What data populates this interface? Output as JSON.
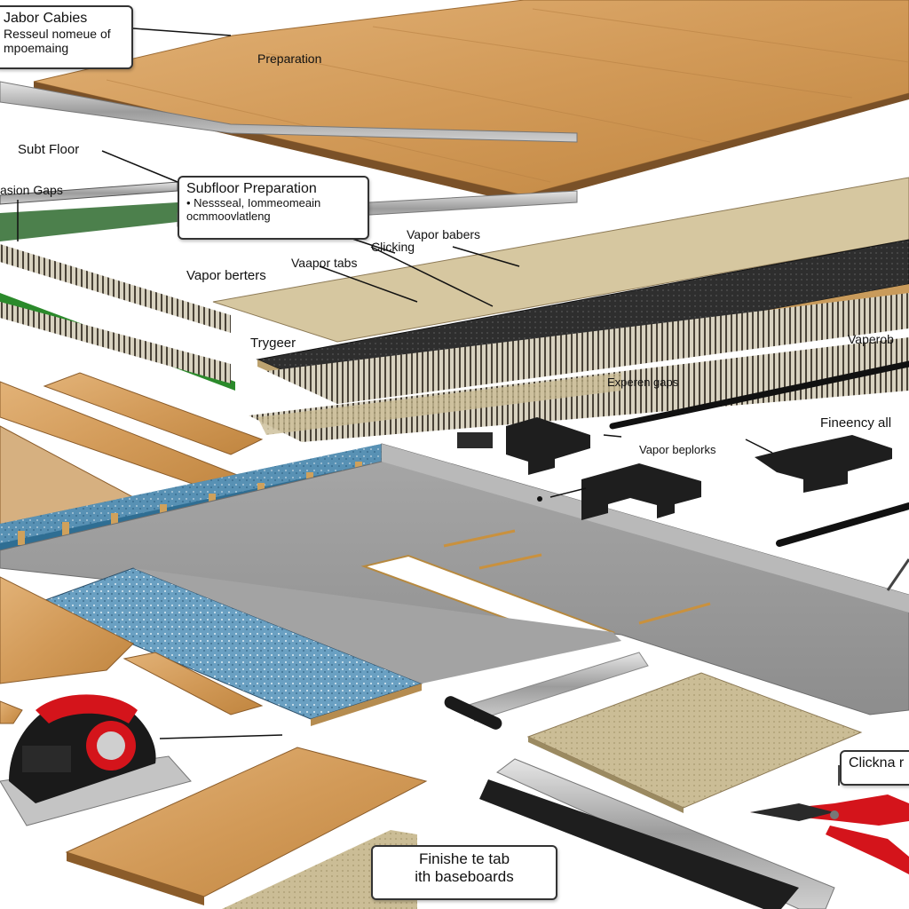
{
  "labels": {
    "top_left_box_line1": "Jabor Cabies",
    "top_left_box_line2": "Resseul nomeue of",
    "top_left_box_line3": "mpoemaing",
    "preparation": "Preparation",
    "subt_floor": "Subt Floor",
    "expansion_gaps_left": "asion Gaps",
    "subfloor_box_title": "Subfloor Preparation",
    "subfloor_box_line1": "• Nessseal, Iommeomeain",
    "subfloor_box_line2": "ocmmoovlatleng",
    "vapor_babers": "Vapor babers",
    "clicking_mid": "Clicking",
    "vapor_tabs": "Vaapor tabs",
    "vapor_berters": "Vapor berters",
    "trygeer": "Trygeer",
    "vaperob": "Vaperob",
    "expersn_gaps": "Experen gaps",
    "fineency": "Fineency all",
    "vapor_beploks": "Vapor beplorks",
    "clickina_box": "Clickna r",
    "finishe_box_line1": "Finishe te tab",
    "finishe_box_line2": "ith baseboards"
  },
  "icons": {
    "saw": "circular-saw-icon",
    "pliers": "pliers-icon",
    "mallet": "pull-bar-icon",
    "clips": "spacer-clip-icon"
  },
  "colors": {
    "oak_light": "#d9a566",
    "oak_dark": "#b8793c",
    "underlay_tan": "#c9b88f",
    "underlay_black": "#2a2a2a",
    "subfloor_gray": "#9a9a9a",
    "foam_blue": "#5a8fb0",
    "tool_red": "#d4141b"
  }
}
